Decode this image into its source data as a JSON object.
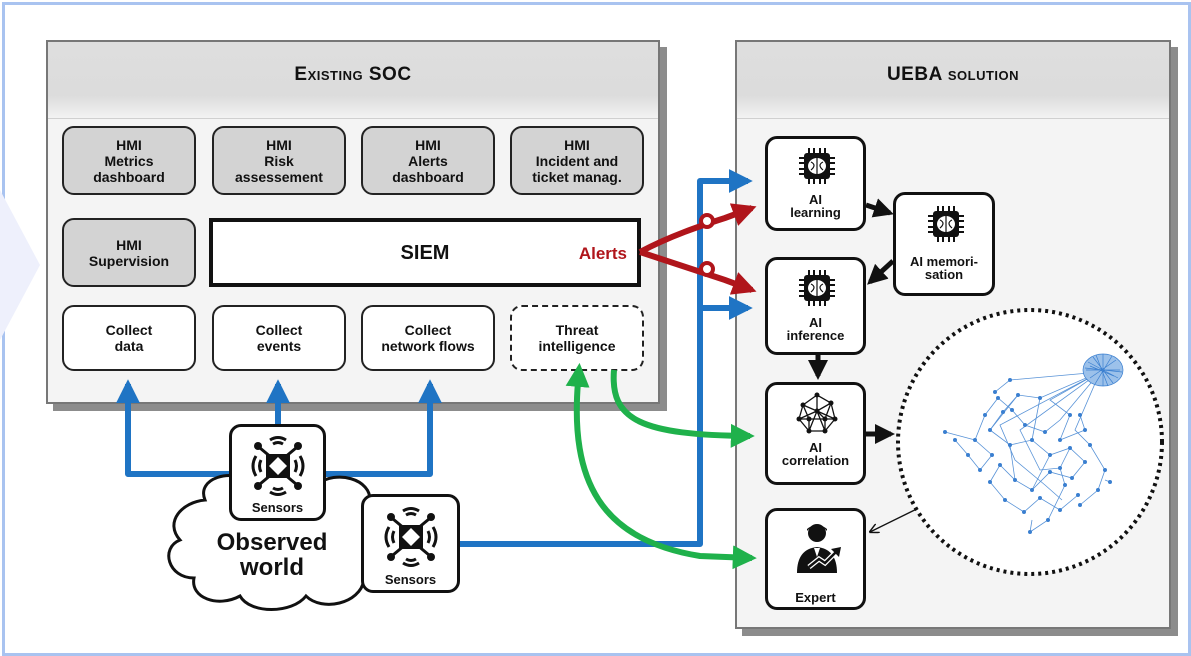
{
  "soc": {
    "title": "Existing SOC",
    "hmi": [
      "HMI\nMetrics\ndashboard",
      "HMI\nRisk\nassessement",
      "HMI\nAlerts\ndashboard",
      "HMI\nIncident and\nticket manag."
    ],
    "supervision": "HMI\nSupervision",
    "siem": "SIEM",
    "alerts": "Alerts",
    "collect": [
      "Collect\ndata",
      "Collect\nevents",
      "Collect\nnetwork flows"
    ],
    "threat": "Threat\nintelligence"
  },
  "ueba": {
    "title": "UEBA solution",
    "learning": "AI\nlearning",
    "memorisation": "AI memori-\nsation",
    "inference": "AI\ninference",
    "correlation": "AI\ncorrelation",
    "expert": "Expert"
  },
  "world": {
    "sensor_label": "Sensors",
    "cloud_label": "Observed\nworld"
  },
  "colors": {
    "blue_arrow": "#1f74c4",
    "green_arrow": "#1fb14b",
    "red_arrow": "#b0151b",
    "black_arrow": "#111111",
    "graph": "#3a7fd0",
    "frame": "#a9c3f0"
  },
  "icons": [
    "ai-chip-icon",
    "neural-network-icon",
    "expert-person-icon",
    "sensor-icon",
    "network-graph-icon",
    "cloud-icon"
  ]
}
